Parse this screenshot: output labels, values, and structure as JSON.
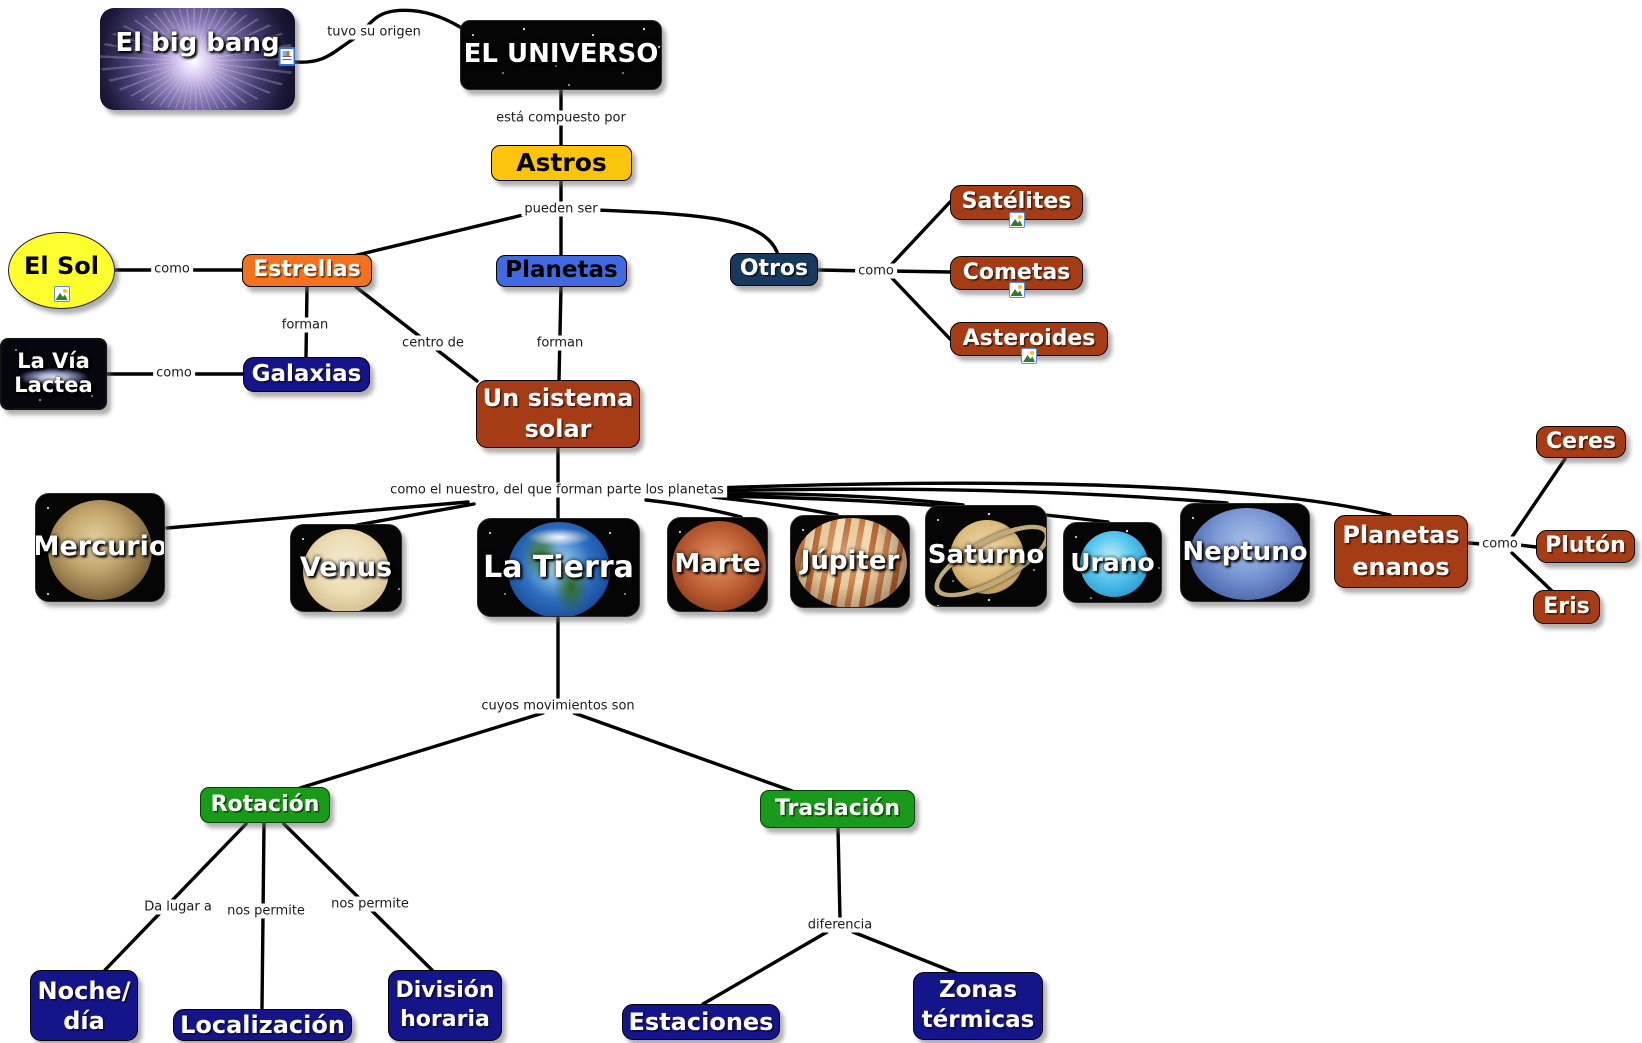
{
  "nodes": {
    "bigbang": {
      "label": "El big bang"
    },
    "universo": {
      "label": "EL UNIVERSO"
    },
    "astros": {
      "label": "Astros"
    },
    "estrellas": {
      "label": "Estrellas"
    },
    "planetas": {
      "label": "Planetas"
    },
    "otros": {
      "label": "Otros"
    },
    "elsol": {
      "label": "El Sol"
    },
    "satelites": {
      "label": "Satélites"
    },
    "cometas": {
      "label": "Cometas"
    },
    "asteroides": {
      "label": "Asteroides"
    },
    "vialactea": {
      "line1": "La Vía",
      "line2": "Lactea"
    },
    "galaxias": {
      "label": "Galaxias"
    },
    "sistema": {
      "line1": "Un sistema",
      "line2": "solar"
    },
    "mercurio": {
      "label": "Mercurio"
    },
    "venus": {
      "label": "Venus"
    },
    "tierra": {
      "label": "La Tierra"
    },
    "marte": {
      "label": "Marte"
    },
    "jupiter": {
      "label": "Júpiter"
    },
    "saturno": {
      "label": "Saturno"
    },
    "urano": {
      "label": "Urano"
    },
    "neptuno": {
      "label": "Neptuno"
    },
    "enanos": {
      "line1": "Planetas",
      "line2": "enanos"
    },
    "ceres": {
      "label": "Ceres"
    },
    "pluton": {
      "label": "Plutón"
    },
    "eris": {
      "label": "Eris"
    },
    "rotacion": {
      "label": "Rotación"
    },
    "traslacion": {
      "label": "Traslación"
    },
    "noche": {
      "line1": "Noche/",
      "line2": "día"
    },
    "localizacion": {
      "label": "Localización"
    },
    "division": {
      "line1": "División",
      "line2": "horaria"
    },
    "estaciones": {
      "label": "Estaciones"
    },
    "zonas": {
      "line1": "Zonas",
      "line2": "térmicas"
    }
  },
  "links": {
    "tuvo_su_origen": "tuvo su origen",
    "esta_compuesto_por": "está compuesto por",
    "pueden_ser": "pueden ser",
    "como_sol": "como",
    "forman_estrellas": "forman",
    "como_via_lactea": "como",
    "centro_de": "centro de",
    "forman_planetas": "forman",
    "como_otros": "como",
    "como_nuestro": "como el nuestro, del que forman parte los planetas",
    "como_enanos": "como",
    "cuyos_movimientos": "cuyos movimientos son",
    "da_lugar_a": "Da lugar a",
    "nos_permite_1": "nos permite",
    "nos_permite_2": "nos permite",
    "diferencia": "diferencia"
  },
  "icons": {
    "bigbang_resource": "document-with-image-icon",
    "elsol_resource": "image-icon",
    "satelites_resource": "image-icon",
    "cometas_resource": "image-icon",
    "asteroides_resource": "image-icon"
  },
  "colors": {
    "node_yellow": "#FCC40A",
    "node_orange": "#F4711D",
    "node_blue": "#4169E1",
    "node_dark_blue": "#16395C",
    "node_navy": "#15158A",
    "node_brown": "#A53C15",
    "node_green": "#1A9A1A",
    "sun_yellow": "#FFFF2E",
    "line_color": "#000000"
  }
}
